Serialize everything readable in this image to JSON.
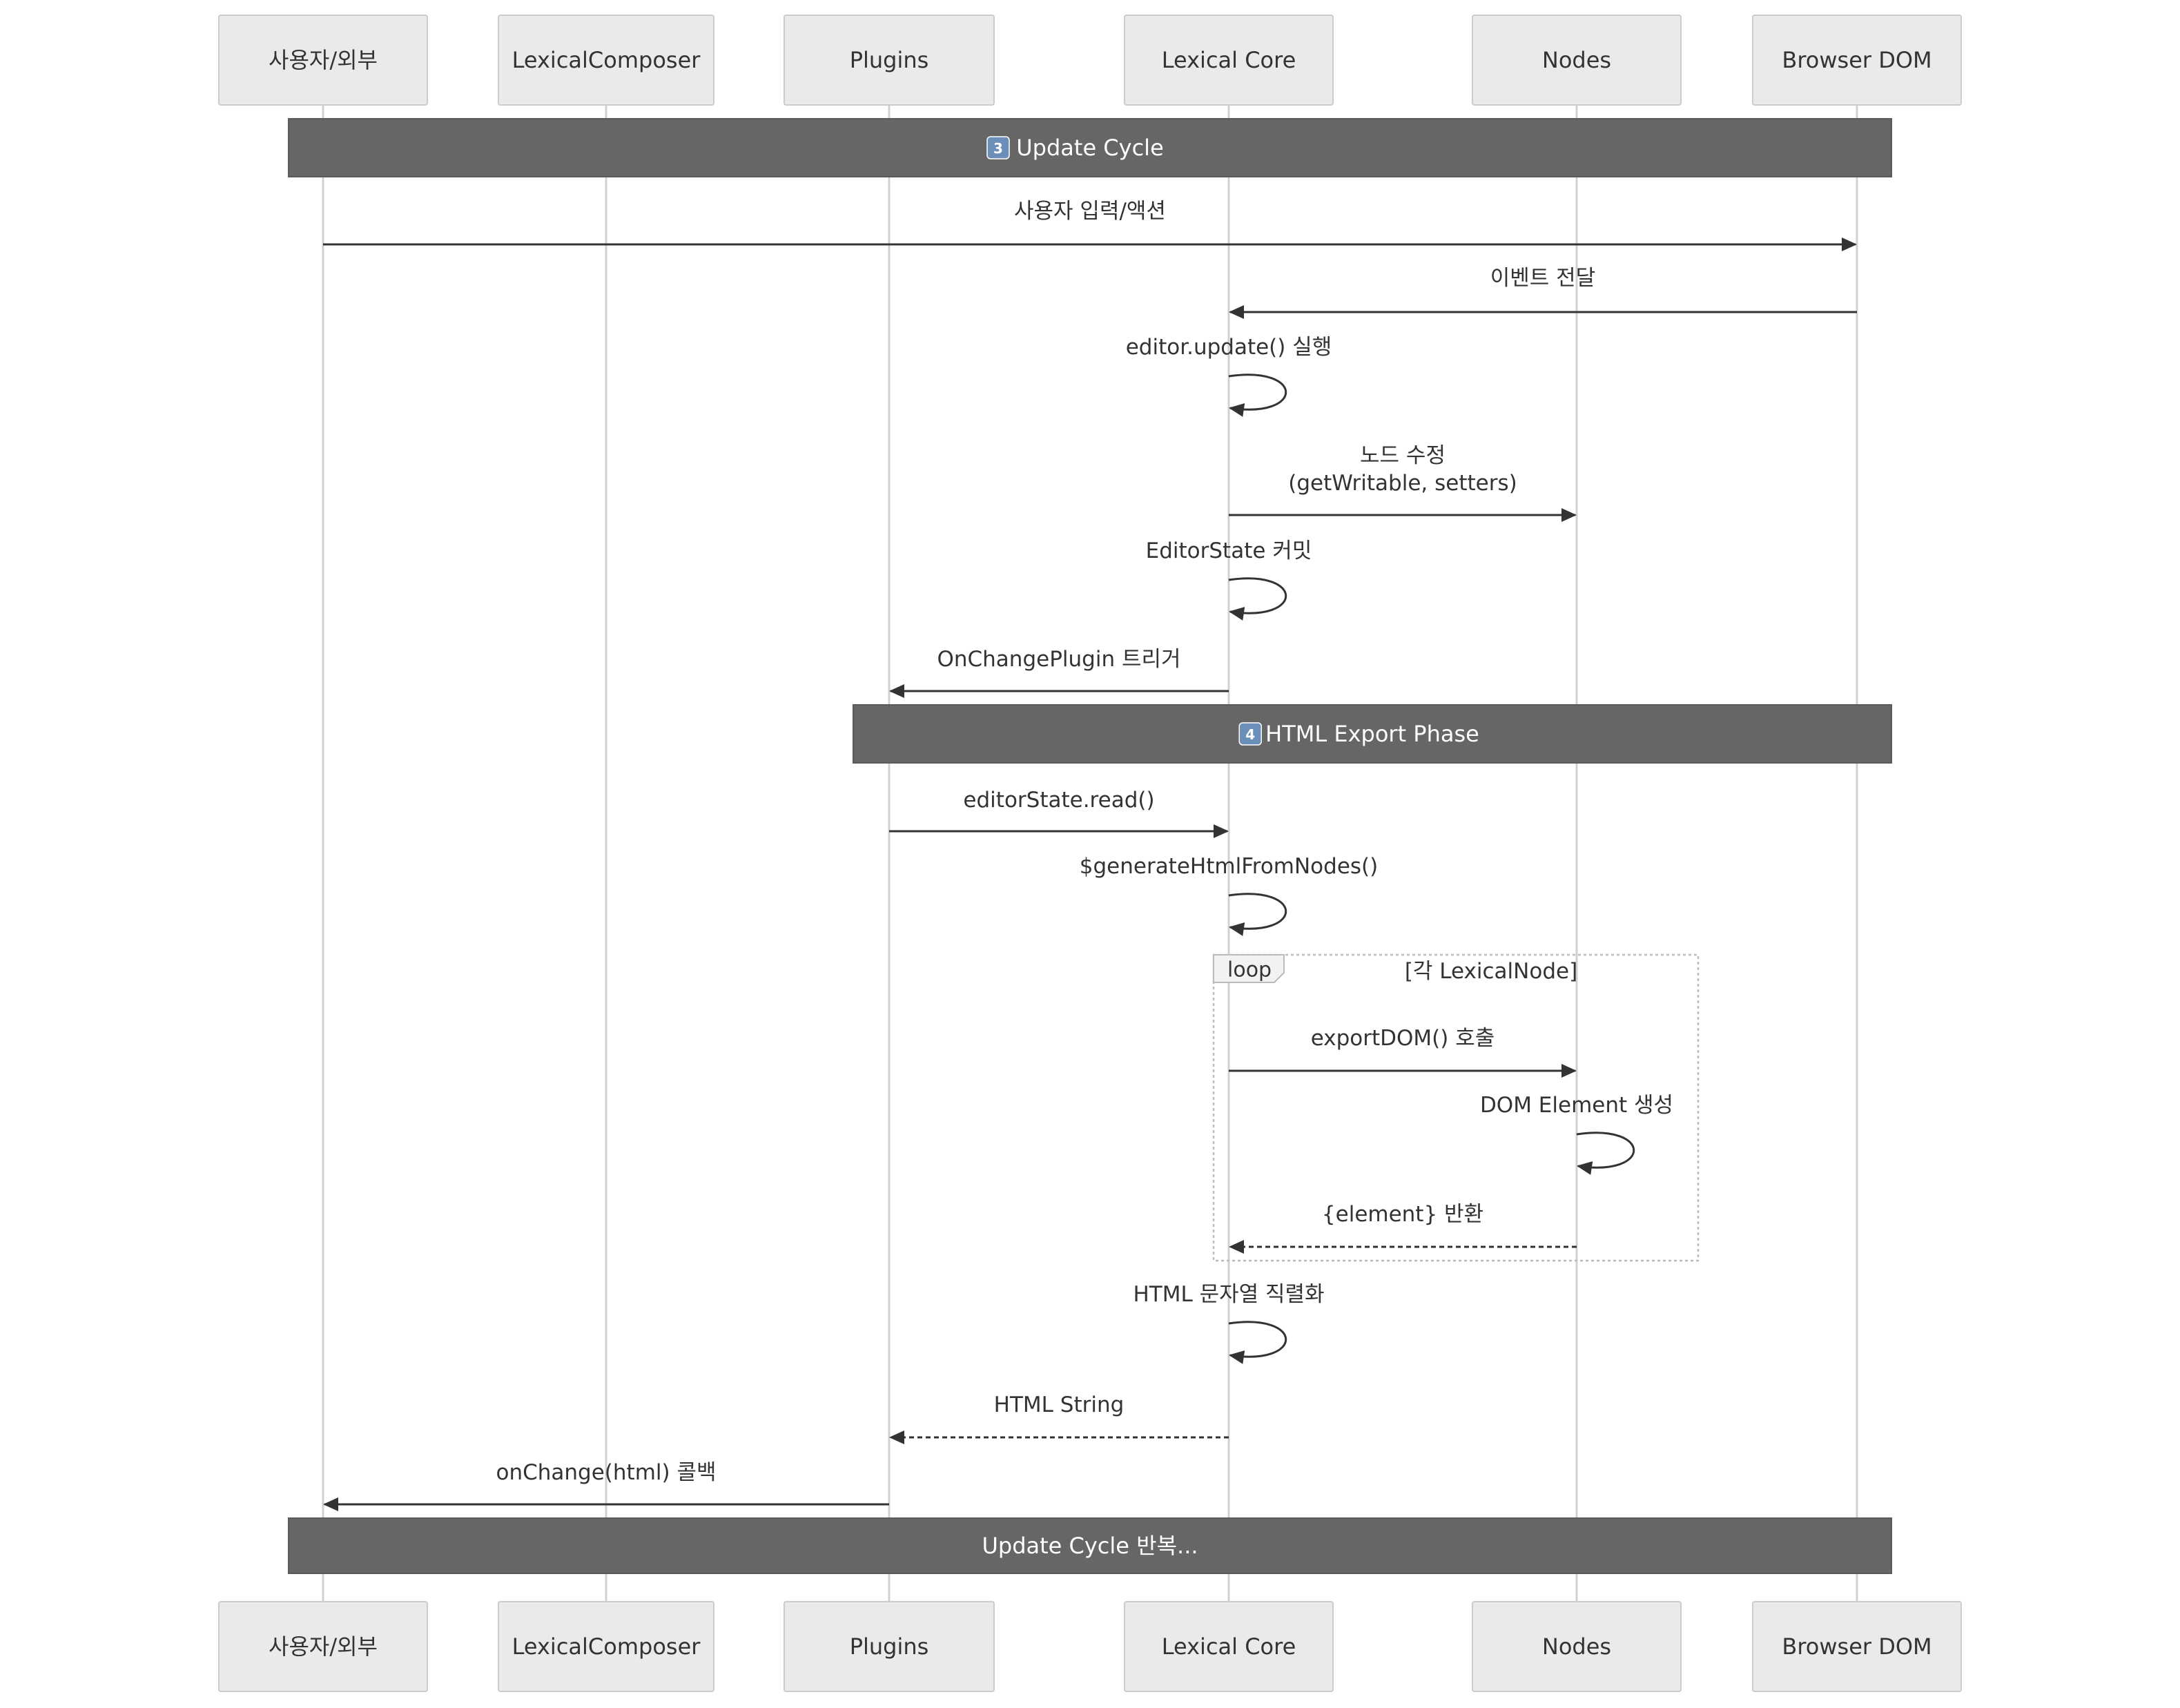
{
  "participants": [
    {
      "id": "user",
      "label": "사용자/외부"
    },
    {
      "id": "composer",
      "label": "LexicalComposer"
    },
    {
      "id": "plugins",
      "label": "Plugins"
    },
    {
      "id": "core",
      "label": "Lexical Core"
    },
    {
      "id": "nodes",
      "label": "Nodes"
    },
    {
      "id": "dom",
      "label": "Browser DOM"
    }
  ],
  "notes": [
    {
      "id": "update-cycle",
      "number": "3",
      "label": "Update Cycle",
      "from": "user",
      "to": "dom"
    },
    {
      "id": "html-export-phase",
      "number": "4",
      "label": "HTML Export Phase",
      "from": "plugins",
      "to": "dom"
    },
    {
      "id": "update-cycle-repeat",
      "number": "",
      "label": "Update Cycle 반복...",
      "from": "user",
      "to": "dom"
    }
  ],
  "messages": [
    {
      "id": "user-input",
      "from": "user",
      "to": "dom",
      "lines": [
        "사용자 입력/액션"
      ],
      "style": "solid"
    },
    {
      "id": "event-forward",
      "from": "dom",
      "to": "core",
      "lines": [
        "이벤트 전달"
      ],
      "style": "solid"
    },
    {
      "id": "editor-update",
      "from": "core",
      "to": "core",
      "lines": [
        "editor.update() 실행"
      ],
      "style": "solid"
    },
    {
      "id": "node-modify",
      "from": "core",
      "to": "nodes",
      "lines": [
        "노드 수정",
        "(getWritable, setters)"
      ],
      "style": "solid"
    },
    {
      "id": "editorstate-commit",
      "from": "core",
      "to": "core",
      "lines": [
        "EditorState 커밋"
      ],
      "style": "solid"
    },
    {
      "id": "onchangeplugin-trigger",
      "from": "core",
      "to": "plugins",
      "lines": [
        "OnChangePlugin 트리거"
      ],
      "style": "solid"
    },
    {
      "id": "editorstate-read",
      "from": "plugins",
      "to": "core",
      "lines": [
        "editorState.read()"
      ],
      "style": "solid"
    },
    {
      "id": "generate-html",
      "from": "core",
      "to": "core",
      "lines": [
        "$generateHtmlFromNodes()"
      ],
      "style": "solid"
    },
    {
      "id": "export-dom",
      "from": "core",
      "to": "nodes",
      "lines": [
        "exportDOM() 호출"
      ],
      "style": "solid"
    },
    {
      "id": "dom-element-create",
      "from": "nodes",
      "to": "nodes",
      "lines": [
        "DOM Element 생성"
      ],
      "style": "solid"
    },
    {
      "id": "element-return",
      "from": "nodes",
      "to": "core",
      "lines": [
        "{element} 반환"
      ],
      "style": "dashed"
    },
    {
      "id": "html-serialize",
      "from": "core",
      "to": "core",
      "lines": [
        "HTML 문자열 직렬화"
      ],
      "style": "solid"
    },
    {
      "id": "html-string",
      "from": "core",
      "to": "plugins",
      "lines": [
        "HTML String"
      ],
      "style": "dashed"
    },
    {
      "id": "onchange-callback",
      "from": "plugins",
      "to": "user",
      "lines": [
        "onChange(html) 콜백"
      ],
      "style": "solid"
    }
  ],
  "loop": {
    "label": "loop",
    "condition": "[각 LexicalNode]",
    "from_participant": "core",
    "to_participant": "nodes"
  }
}
